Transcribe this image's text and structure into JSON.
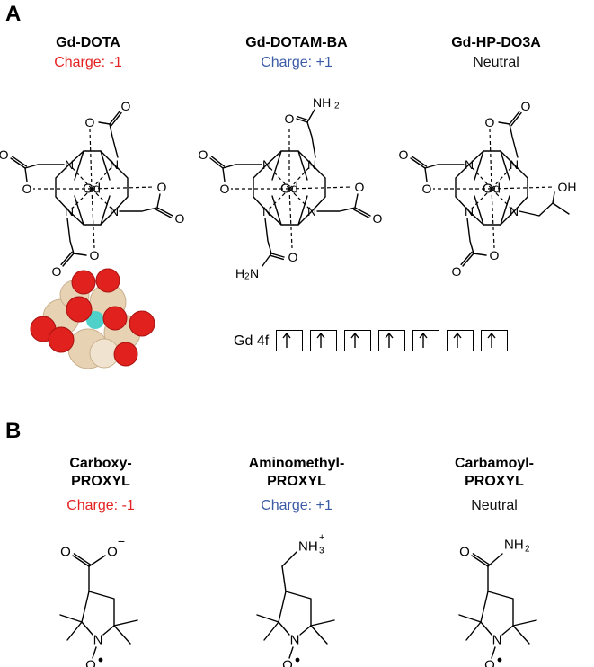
{
  "panels": {
    "a": {
      "letter": "A",
      "compounds": [
        {
          "name": "Gd-DOTA",
          "charge": "Charge: -1"
        },
        {
          "name": "Gd-DOTAM-BA",
          "charge": "Charge: +1"
        },
        {
          "name": "Gd-HP-DO3A",
          "charge": "Neutral"
        }
      ],
      "orbital_label": "Gd 4f",
      "orbital_box_count": 7,
      "atom_labels": {
        "gd": "Gd",
        "n": "N",
        "o": "O",
        "oh": "OH",
        "nh2": "NH",
        "sub2": "2",
        "h2n": "H",
        "h2n_n": "N"
      }
    },
    "b": {
      "letter": "B",
      "compounds": [
        {
          "name_line1": "Carboxy-",
          "name_line2": "PROXYL",
          "charge": "Charge: -1"
        },
        {
          "name_line1": "Aminomethyl-",
          "name_line2": "PROXYL",
          "charge": "Charge: +1"
        },
        {
          "name_line1": "Carbamoyl-",
          "name_line2": "PROXYL",
          "charge": "Neutral"
        }
      ],
      "atom_labels": {
        "o": "O",
        "n": "N",
        "minus": "−",
        "plus": "+",
        "nh": "NH",
        "sub2": "2",
        "sub3": "3"
      }
    }
  },
  "colors": {
    "negative": "#e32222",
    "positive": "#3b5ba5",
    "neutral": "#111111",
    "oxygen": "#e0211d",
    "carbon": "#e7d3b4",
    "gadolinium": "#4fd1c9"
  }
}
